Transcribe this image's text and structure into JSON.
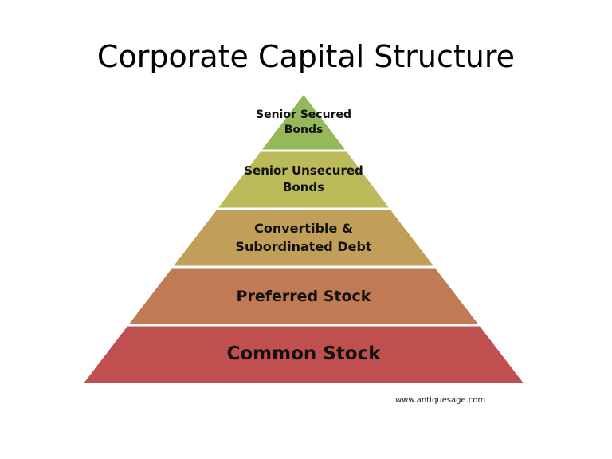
{
  "title": "Corporate Capital Structure",
  "layers": [
    {
      "line1": "Senior Secured",
      "line2": "Bonds",
      "color": "#94b85a"
    },
    {
      "line1": "Senior Unsecured",
      "line2": "Bonds",
      "color": "#bcbb5a"
    },
    {
      "line1": "Convertible &",
      "line2": "Subordinated Debt",
      "color": "#c29f58"
    },
    {
      "line1": "Preferred Stock",
      "line2": "",
      "color": "#c07a54"
    },
    {
      "line1": "Common Stock",
      "line2": "",
      "color": "#c0504f"
    }
  ],
  "credit": "www.antiquesage.com"
}
